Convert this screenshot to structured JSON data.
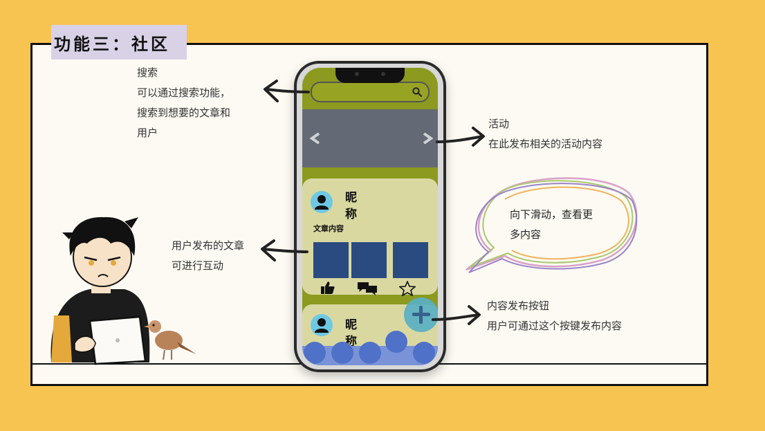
{
  "title": "功能三：社区",
  "notes": {
    "search": {
      "lines": [
        "搜索",
        "可以通过搜索功能，",
        "搜索到想要的文章和",
        "用户"
      ]
    },
    "activity": {
      "lines": [
        "活动",
        "在此发布相关的活动内容"
      ]
    },
    "article": {
      "lines": [
        "用户发布的文章",
        "可进行互动"
      ]
    },
    "publish": {
      "lines": [
        "内容发布按钮",
        "用户可通过这个按键发布内容"
      ]
    },
    "scroll": {
      "lines": [
        "向下滑动，查看更",
        "多内容"
      ]
    }
  },
  "phone": {
    "nickname": [
      "昵",
      "称"
    ],
    "article_label": "文章内容",
    "icons": [
      "thumbs-up-icon",
      "comment-icon",
      "star-icon",
      "plus-icon",
      "search-icon",
      "chevron-left-icon",
      "chevron-right-icon",
      "user-icon"
    ]
  },
  "colors": {
    "background": "#f8c451",
    "canvas": "#fcfaf3",
    "title_tag": "#d9d1e6",
    "screen_green": "#8c9a1f",
    "banner": "#646a75",
    "card": "#d9d8a1",
    "image_block": "#2a4b80",
    "avatar": "#6ec8e4",
    "fab": "#5ab0c4",
    "nav_bar": "#7a93d8"
  }
}
